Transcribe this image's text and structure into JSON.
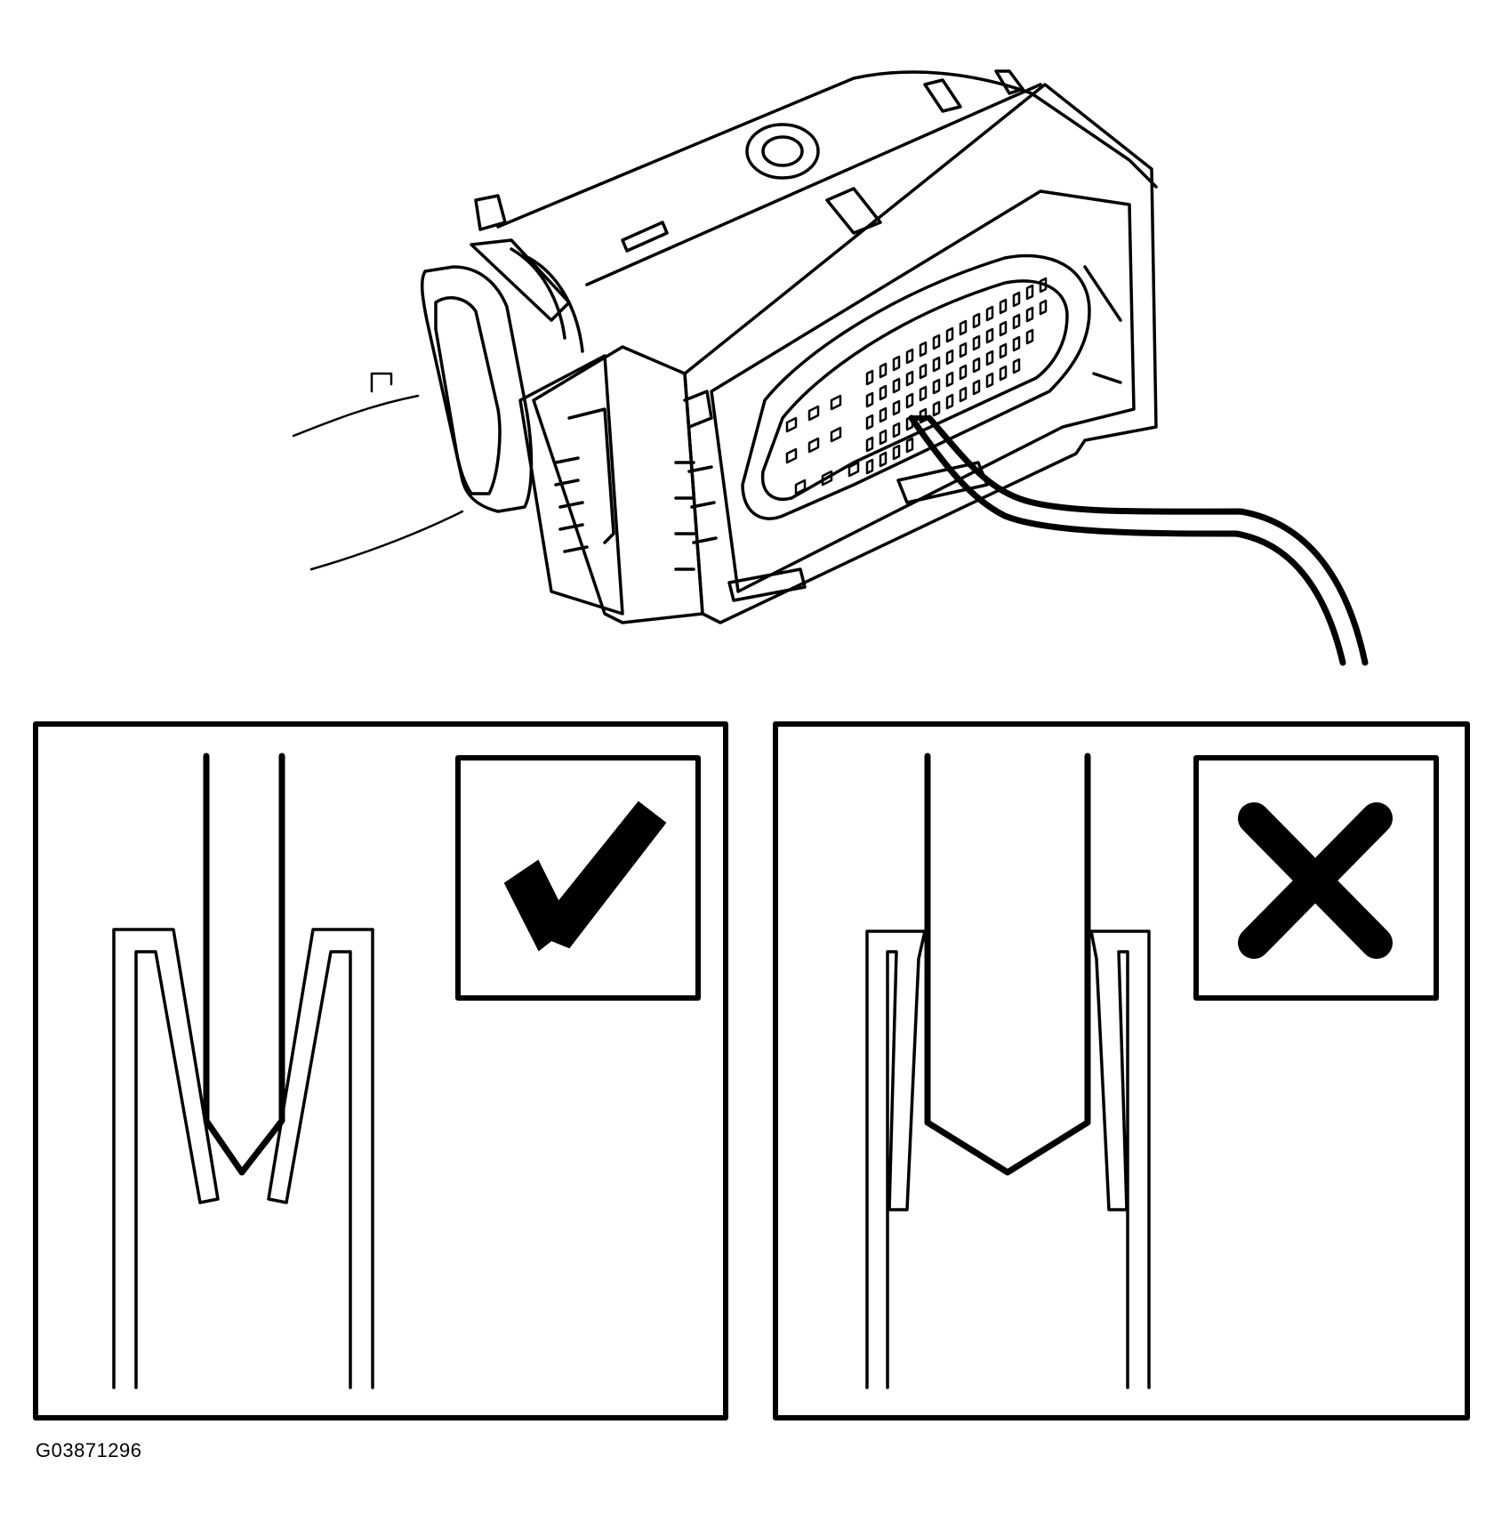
{
  "figure": {
    "id_label": "G03871296"
  },
  "panels": [
    {
      "name": "correct-contact",
      "indicator": "check-icon"
    },
    {
      "name": "incorrect-contact",
      "indicator": "cross-icon"
    }
  ],
  "colors": {
    "line": "#000000",
    "background": "#ffffff"
  }
}
